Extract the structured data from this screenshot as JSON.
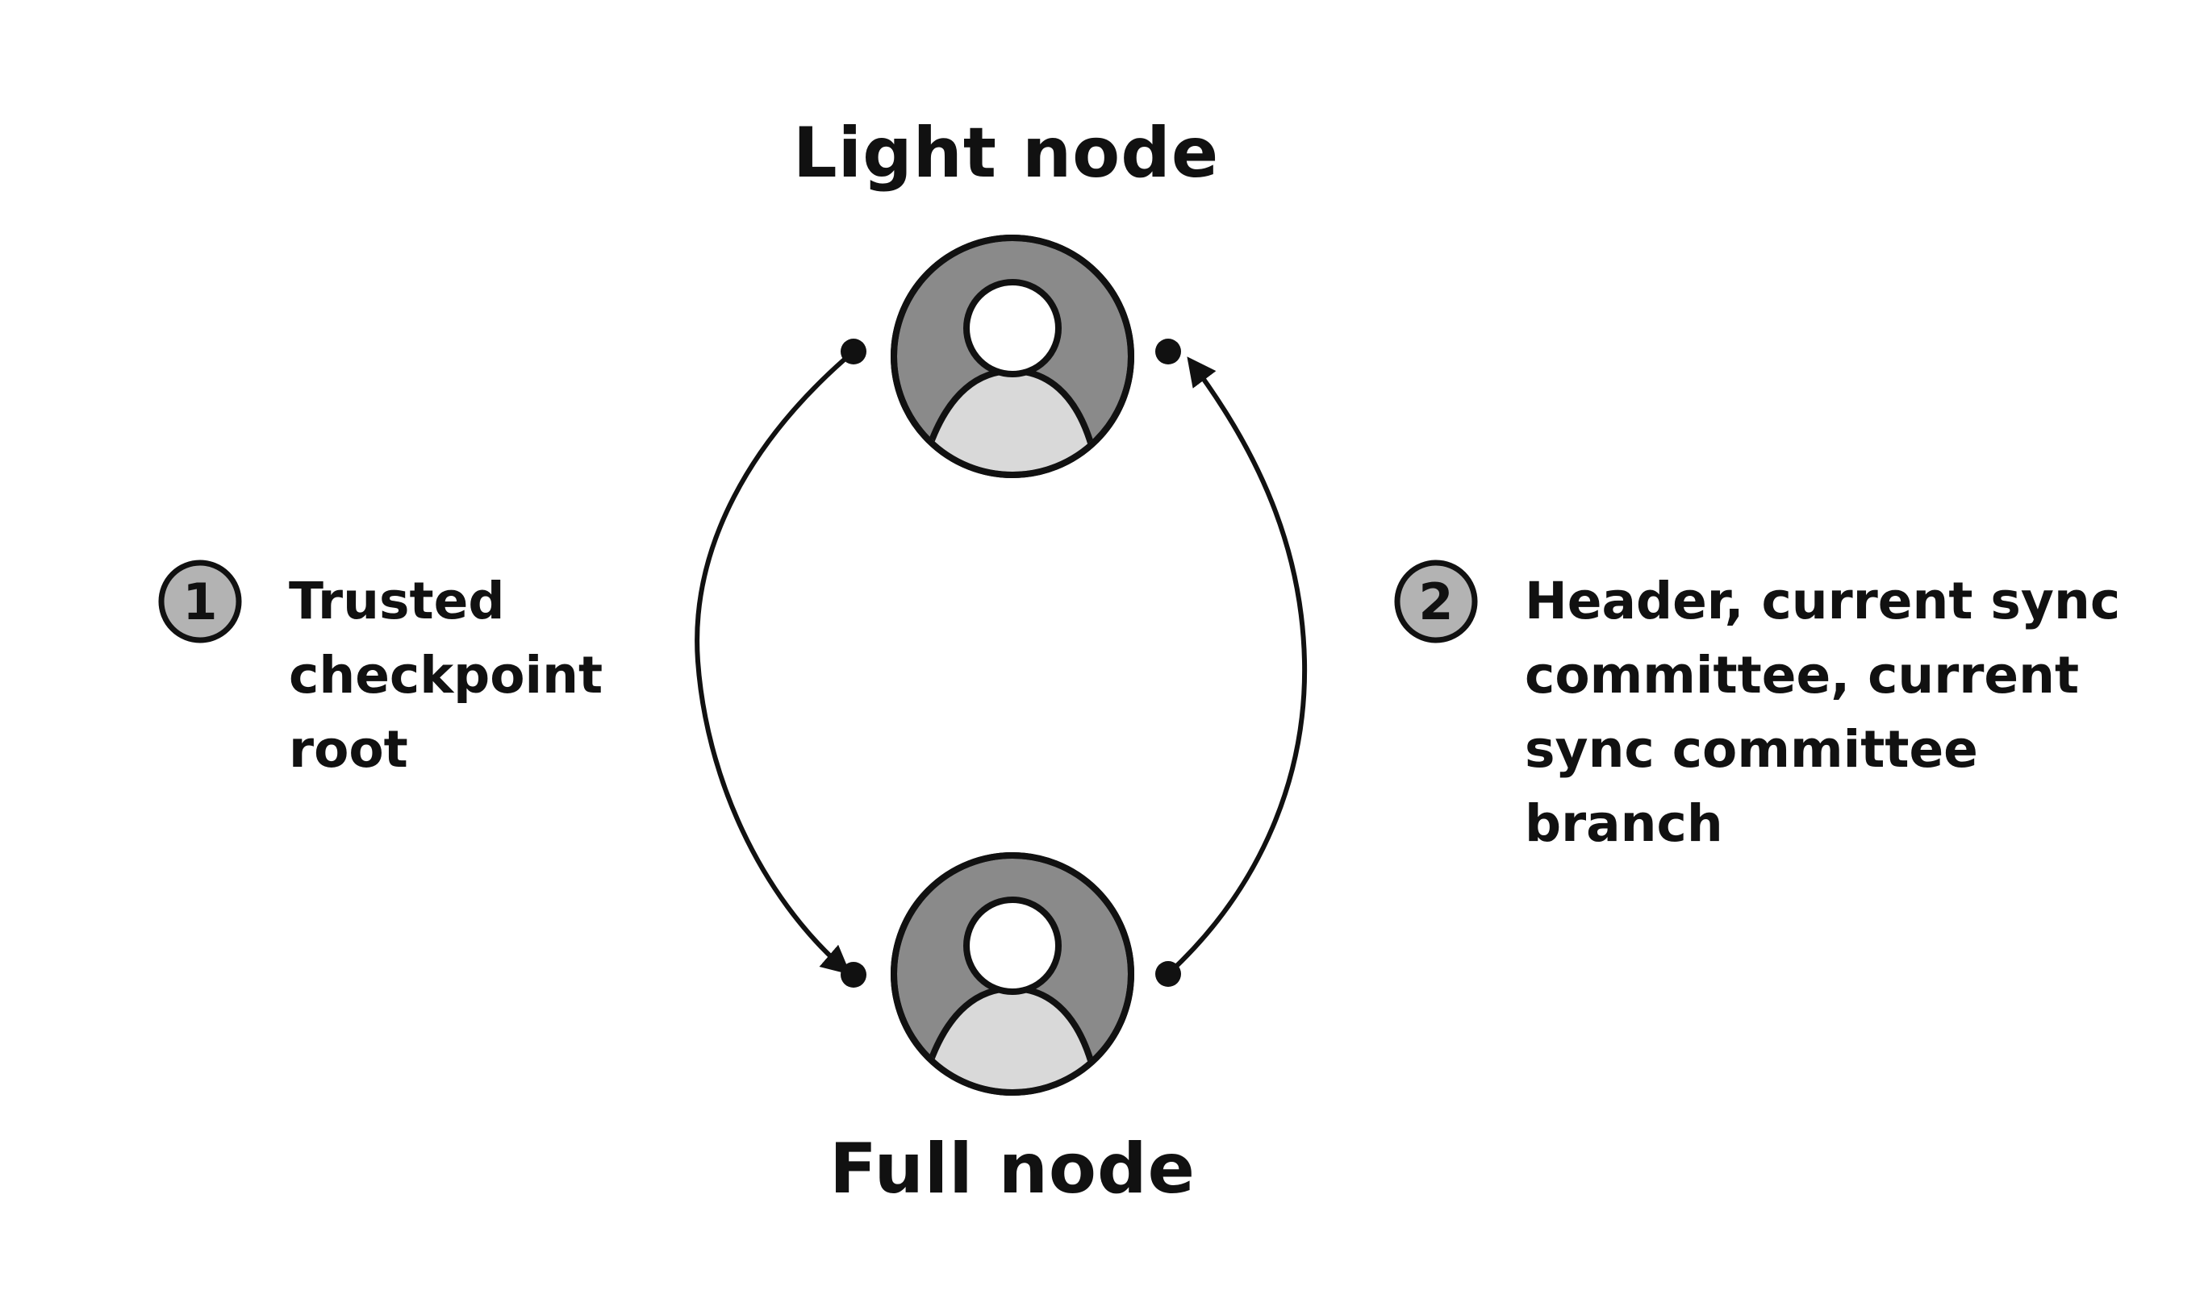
{
  "nodes": {
    "light": {
      "title": "Light node"
    },
    "full": {
      "title": "Full node"
    }
  },
  "steps": [
    {
      "number": "1",
      "label": "Trusted\ncheckpoint\nroot"
    },
    {
      "number": "2",
      "label": "Header, current sync\ncommittee, current\nsync committee\nbranch"
    }
  ],
  "colors": {
    "avatar_ring": "#8a8a8a",
    "avatar_body": "#d9d9d9",
    "badge_fill": "#b3b3b3",
    "stroke": "#111111"
  }
}
